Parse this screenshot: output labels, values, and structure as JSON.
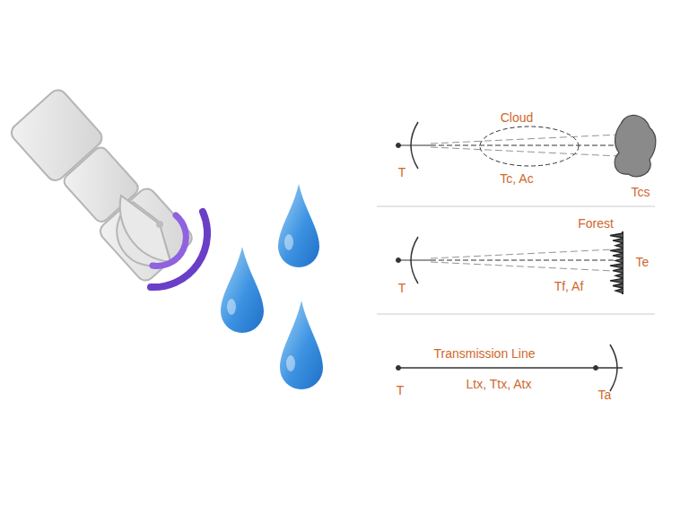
{
  "diagram": {
    "labels": [
      "Cloud",
      "T",
      "Tc, Ac",
      "Tcs",
      "Forest",
      "Te",
      "T",
      "Tf, Af",
      "Transmission Line",
      "T",
      "Ltx, Ttx, Atx",
      "Ta"
    ]
  }
}
